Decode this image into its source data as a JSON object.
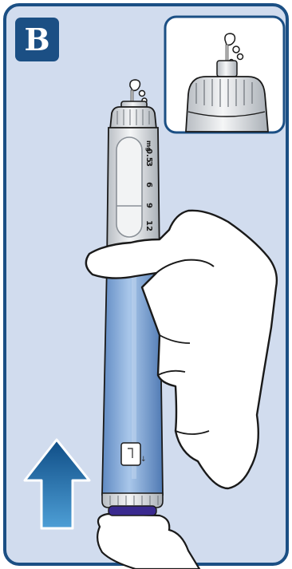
{
  "step": {
    "letter": "B"
  },
  "pen": {
    "dose_unit": "mg",
    "dose_marks": [
      "0.5",
      "3",
      "6",
      "9",
      "12"
    ]
  },
  "colors": {
    "frame_border": "#1b4f84",
    "panel_background": "#d1dcee",
    "badge": "#1b4f84",
    "pen_body": "#8fb4e0",
    "pen_cap": "#e8ebed",
    "dose_button": "#3a2a8f",
    "arrow_dark": "#0f4d86",
    "arrow_light": "#4e9fd6"
  },
  "icons": [
    "up-arrow-icon",
    "air-bubble-icon"
  ]
}
